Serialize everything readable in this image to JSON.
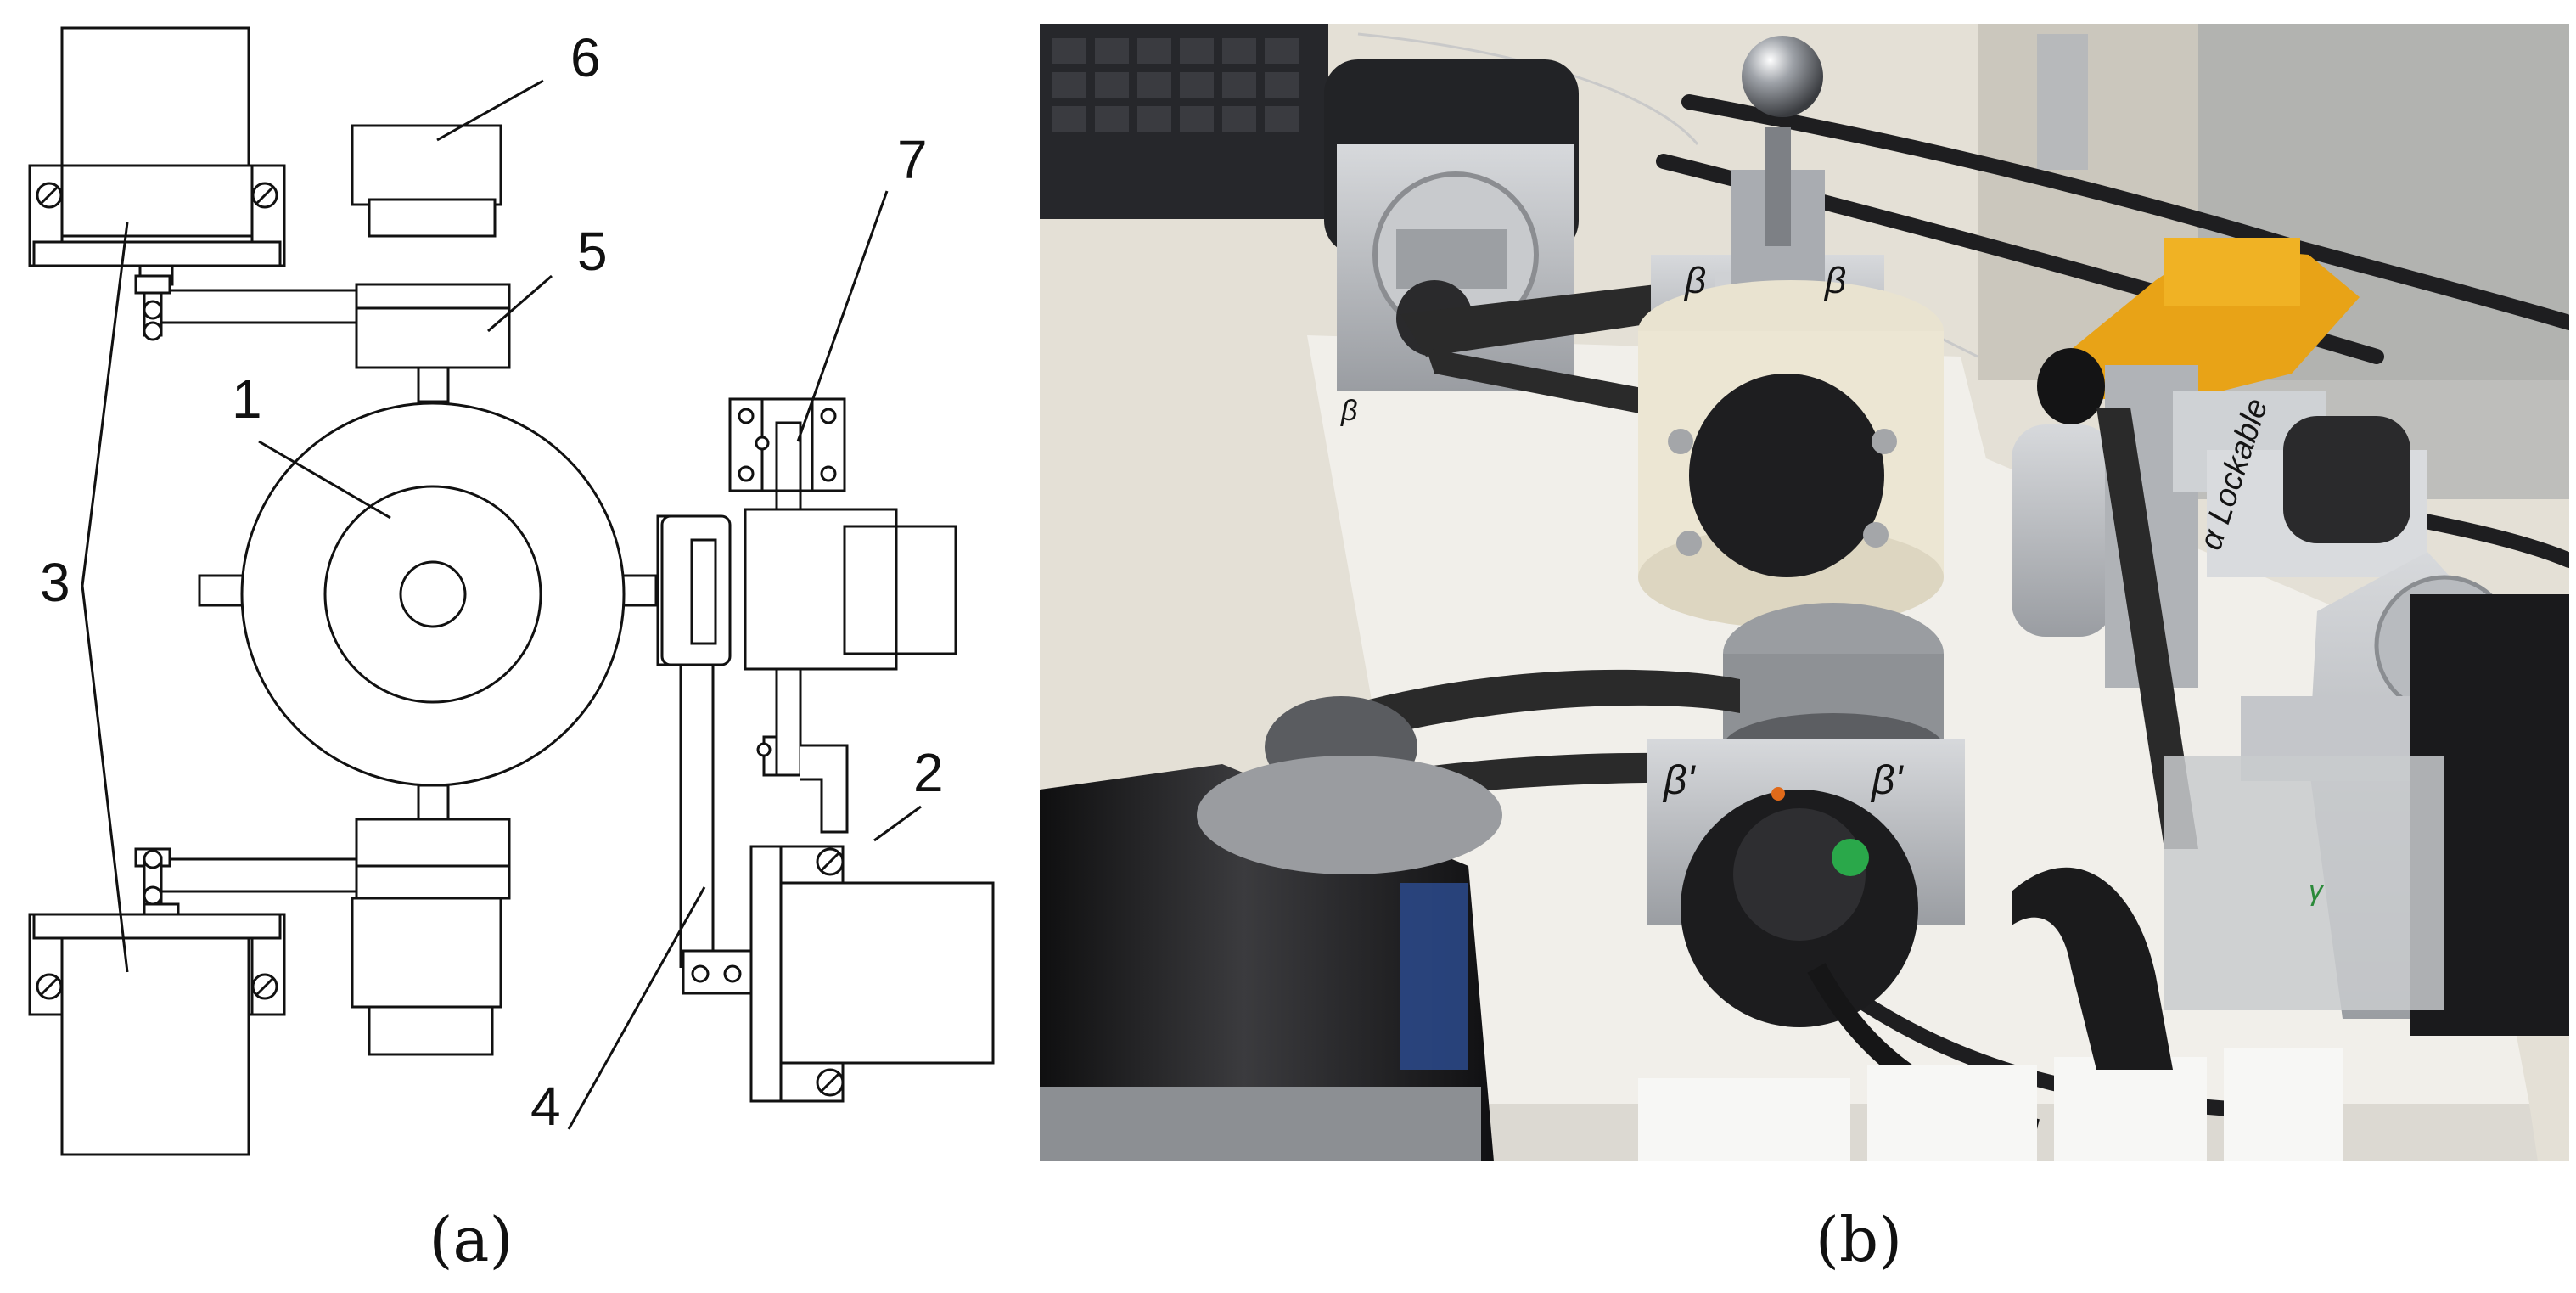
{
  "figure": {
    "panel_a": {
      "caption": "(a)",
      "labels": [
        "1",
        "2",
        "3",
        "4",
        "5",
        "6",
        "7"
      ]
    },
    "panel_b": {
      "caption": "(b)",
      "photo_annotations": {
        "beta_top_left": "β",
        "beta_top_right": "β",
        "beta_prime_left": "β'",
        "beta_prime_right": "β'",
        "alpha_lockable": "α Lockable",
        "gamma_mark": "γ",
        "beta_base_mark": "β"
      }
    }
  },
  "colors": {
    "line": "#111111",
    "photo_table": "#e9e5db",
    "photo_board": "#eceae4",
    "motor_black": "#1c1c1e",
    "aluminum": "#b9bcc0",
    "belt": "#2a2a2a",
    "grip_yellow": "#e8a317"
  }
}
